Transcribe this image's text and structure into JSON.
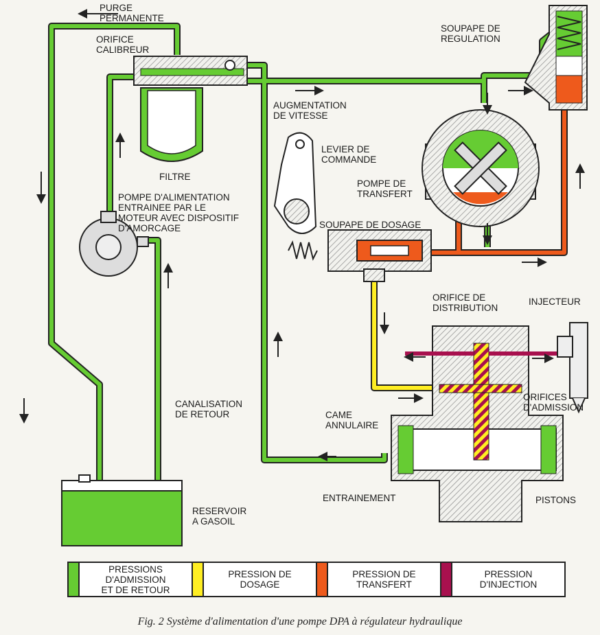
{
  "colors": {
    "admission": "#66cc33",
    "dosage": "#ffee22",
    "transfer": "#ee5a1c",
    "injection": "#a8104e",
    "outline": "#222222",
    "hatch": "#888888"
  },
  "labels": {
    "purge": "PURGE\nPERMANENTE",
    "orifice_calibreur": "ORIFICE\nCALIBREUR",
    "filtre": "FILTRE",
    "augmentation": "AUGMENTATION\nDE VITESSE",
    "levier": "LEVIER DE\nCOMMANDE",
    "soupape_regulation": "SOUPAPE DE\nREGULATION",
    "pompe_transfert": "POMPE DE\nTRANSFERT",
    "soupape_dosage": "SOUPAPE DE DOSAGE",
    "pompe_alimentation": "POMPE D'ALIMENTATION\nENTRAINEE PAR LE\nMOTEUR AVEC DISPOSITIF\nD'AMORCAGE",
    "orifice_distribution": "ORIFICE DE\nDISTRIBUTION",
    "injecteur": "INJECTEUR",
    "orifices_admission": "ORIFICES\nD'ADMISSION",
    "canalisation": "CANALISATION\nDE RETOUR",
    "came": "CAME\nANNULAIRE",
    "entrainement": "ENTRAINEMENT",
    "pistons": "PISTONS",
    "reservoir": "RESERVOIR\nA GASOIL"
  },
  "legend": [
    {
      "text": "PRESSIONS\nD'ADMISSION\nET DE RETOUR",
      "color": "#66cc33"
    },
    {
      "text": "PRESSION DE\nDOSAGE",
      "color": "#ffee22"
    },
    {
      "text": "PRESSION DE\nTRANSFERT",
      "color": "#ee5a1c"
    },
    {
      "text": "PRESSION\nD'INJECTION",
      "color": "#a8104e"
    }
  ],
  "caption": "Fig. 2 Système d'alimentation d'une pompe DPA à régulateur hydraulique"
}
